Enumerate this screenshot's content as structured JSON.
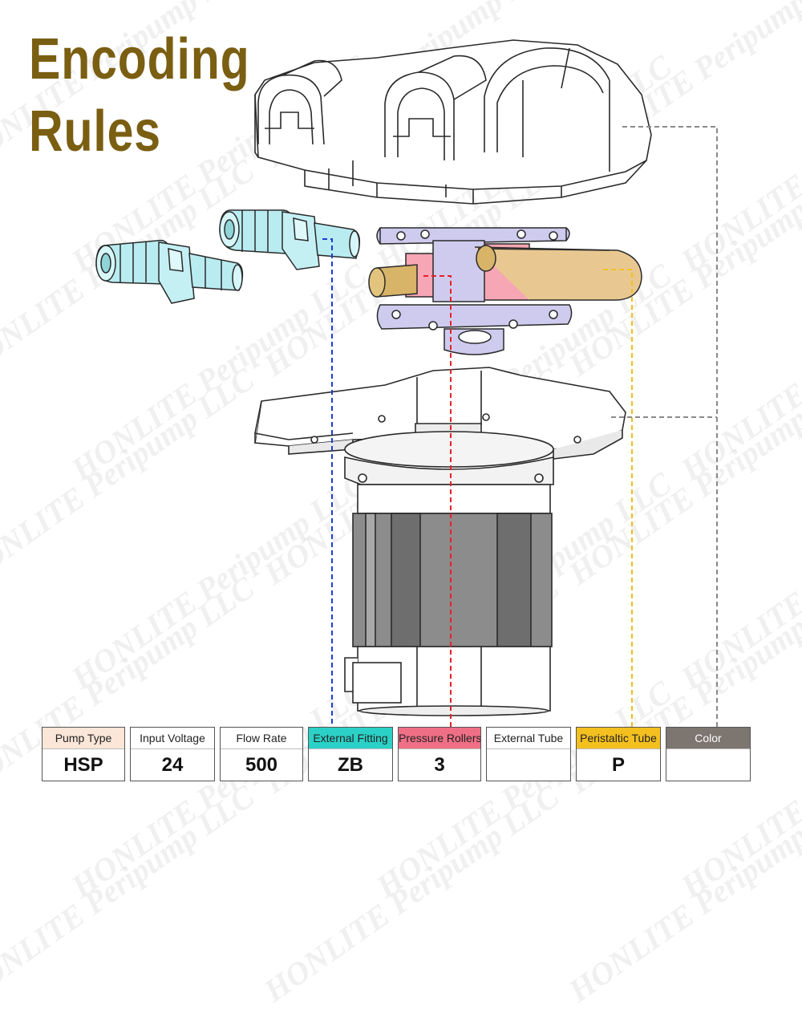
{
  "title": {
    "line1": "Encoding",
    "line2": "Rules"
  },
  "watermark": {
    "text": "HONLITE Peripump LLC"
  },
  "colors": {
    "title": "#7a5e12",
    "fitting": "#2bd1c6",
    "rollers": "#ef6f86",
    "peristaltic_tube": "#f4c020",
    "color_field": "#7d7570",
    "pump_type": "#fbe6d8",
    "blue_leader": "#1c3fd0",
    "red_leader": "#e8202a",
    "yellow_leader": "#f0c020",
    "gray_leader": "#8a8a8a"
  },
  "code_table": [
    {
      "label": "Pump Type",
      "value": "HSP"
    },
    {
      "label": "Input Voltage",
      "value": "24"
    },
    {
      "label": "Flow Rate",
      "value": "500"
    },
    {
      "label": "External Fitting",
      "value": "ZB"
    },
    {
      "label": "Pressure Rollers",
      "value": "3"
    },
    {
      "label": "External Tube",
      "value": ""
    },
    {
      "label": "Peristaltic Tube",
      "value": "P"
    },
    {
      "label": "Color",
      "value": ""
    }
  ]
}
